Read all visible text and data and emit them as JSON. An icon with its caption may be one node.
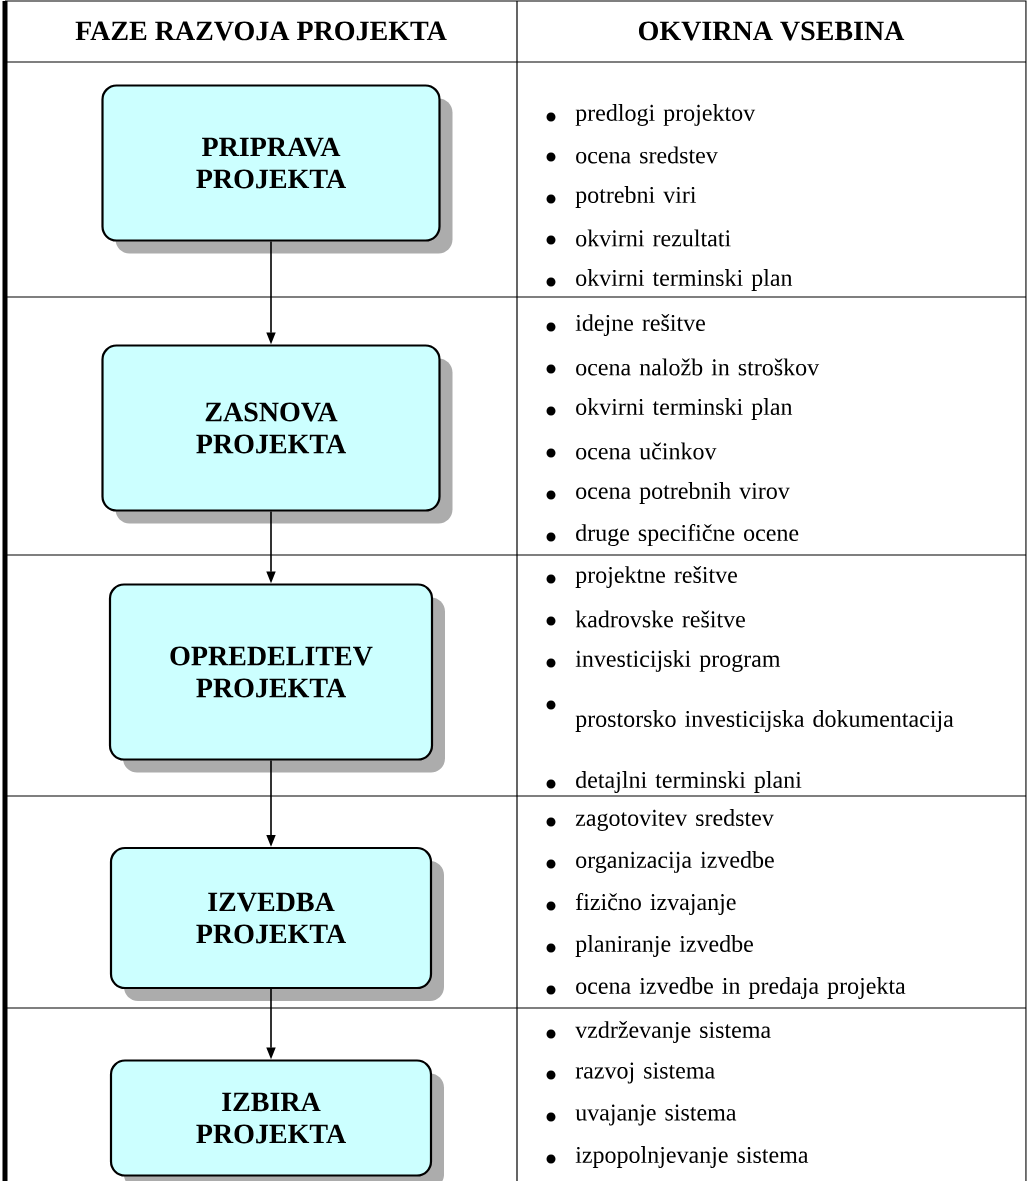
{
  "diagram": {
    "nodes": [
      {
        "text": [
          "PRIPRAVA PROJEKTA"
        ]
      },
      {
        "text": [
          "ZASNOVA PROJEKTA"
        ]
      },
      {
        "text": [
          "OPREDELITEV PROJEKTA"
        ]
      },
      {
        "text": [
          "IZVEDBA PROJEKTA"
        ]
      },
      {
        "text": [
          "IZBIRA PROJEKTA"
        ]
      }
    ],
    "edges": [
      {
        "from": 0,
        "to": 1,
        "arrow": "to"
      },
      {
        "from": 1,
        "to": 2,
        "arrow": "to"
      },
      {
        "from": 2,
        "to": 3,
        "arrow": "to"
      },
      {
        "from": 3,
        "to": 4,
        "arrow": "to"
      }
    ],
    "labels": [
      "FAZE RAZVOJA PROJEKTA",
      "OKVIRNA VSEBINA",
      "predlogi projektov",
      "ocena sredstev",
      "potrebni viri",
      "okvirni rezultati",
      "okvirni terminski plan",
      "idejne rešitve",
      "ocena naložb in stroškov",
      "okvirni terminski plan",
      "ocena učinkov",
      "ocena potrebnih virov",
      "druge specifične ocene",
      "projektne rešitve",
      "kadrovske rešitve",
      "investicijski program",
      "prostorsko investicijska dokumentacija",
      "detajlni terminski plani",
      "zagotovitev sredstev",
      "organizacija izvedbe",
      "fizično izvajanje",
      "planiranje izvedbe",
      "ocena izvedbe in predaja projekta",
      "vzdrževanje sistema",
      "razvoj sistema",
      "uvajanje sistema",
      "izpopolnjevanje sistema"
    ]
  }
}
